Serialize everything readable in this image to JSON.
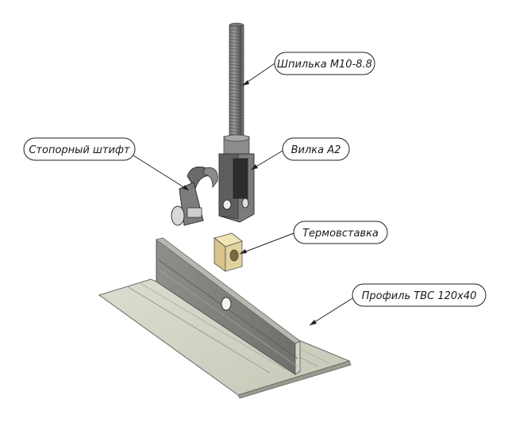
{
  "callouts": {
    "stud": "Шпилька М10-8.8",
    "pin": "Стопорный штифт",
    "fork": "Вилка А2",
    "thermal_insert": "Термовставка",
    "profile": "Профиль ТВС 120х40"
  }
}
